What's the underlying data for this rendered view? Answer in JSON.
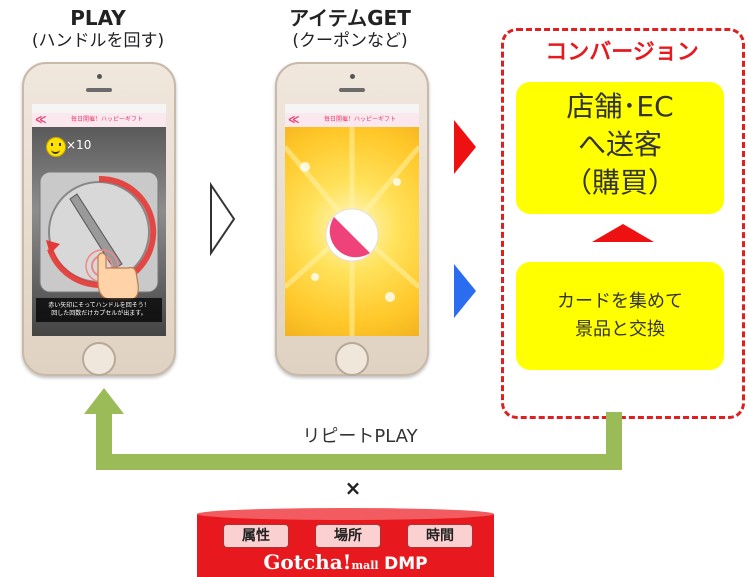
{
  "steps": {
    "play": {
      "title": "PLAY",
      "subtitle": "(ハンドルを回す)"
    },
    "item": {
      "title": "アイテムGET",
      "subtitle": "(クーポンなど)"
    },
    "conversion": {
      "title": "コンバージョン"
    }
  },
  "phone1": {
    "header": "毎日開催！ハッピーギフト",
    "back": "≪",
    "count": "×10",
    "caption_line1": "赤い矢印にそってハンドルを回そう！",
    "caption_line2": "回した回数だけカプセルが出ます。"
  },
  "phone2": {
    "header": "毎日開催！ハッピーギフト",
    "back": "≪"
  },
  "conversion": {
    "box1_line1": "店舗･EC",
    "box1_line2": "へ送客",
    "box1_line3": "（購買）",
    "box2_line1": "カードを集めて",
    "box2_line2": "景品と交換"
  },
  "repeat_label": "リピートPLAY",
  "times_symbol": "×",
  "dmp": {
    "tags": [
      "属性",
      "場所",
      "時間"
    ],
    "brand": "Gotcha!",
    "brand_small": "mall",
    "brand_suffix": "DMP"
  },
  "colors": {
    "red": "#ee1111",
    "blue": "#2b6cf0",
    "green": "#9bbb59",
    "yellow": "#ffff00",
    "dmp_red": "#e8191e"
  }
}
